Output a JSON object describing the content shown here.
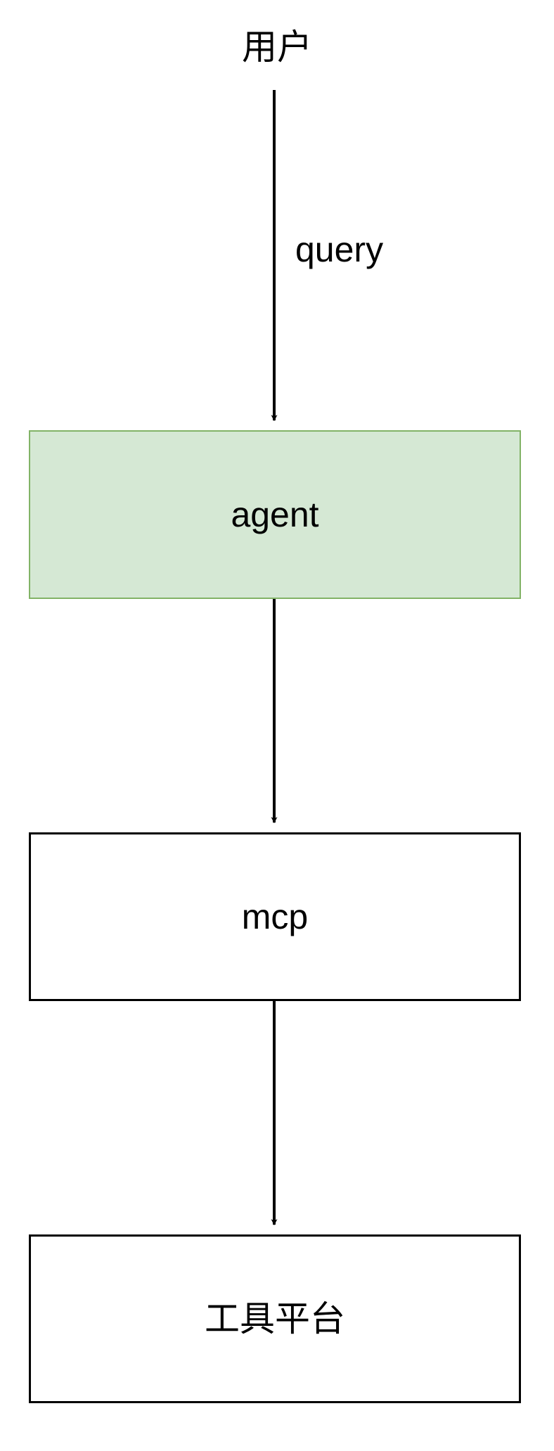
{
  "diagram": {
    "type": "flowchart",
    "orientation": "top-to-bottom",
    "background_color": "#ffffff",
    "nodes": [
      {
        "id": "user",
        "label": "用户",
        "shape": "text",
        "fill": "none",
        "stroke": "none",
        "text_color": "#000000"
      },
      {
        "id": "agent",
        "label": "agent",
        "shape": "rectangle",
        "fill": "#d5e8d4",
        "stroke": "#82b366",
        "text_color": "#000000"
      },
      {
        "id": "mcp",
        "label": "mcp",
        "shape": "rectangle",
        "fill": "#ffffff",
        "stroke": "#000000",
        "text_color": "#000000"
      },
      {
        "id": "tool_platform",
        "label": "工具平台",
        "shape": "rectangle",
        "fill": "#ffffff",
        "stroke": "#000000",
        "text_color": "#000000"
      }
    ],
    "edges": [
      {
        "id": "user-to-agent",
        "from": "user",
        "to": "agent",
        "label": "query",
        "style": "solid",
        "arrowhead": "filled-triangle",
        "color": "#000000"
      },
      {
        "id": "agent-to-mcp",
        "from": "agent",
        "to": "mcp",
        "label": "",
        "style": "solid",
        "arrowhead": "filled-triangle",
        "color": "#000000"
      },
      {
        "id": "mcp-to-tool",
        "from": "mcp",
        "to": "tool_platform",
        "label": "",
        "style": "solid",
        "arrowhead": "filled-triangle",
        "color": "#000000"
      }
    ]
  }
}
